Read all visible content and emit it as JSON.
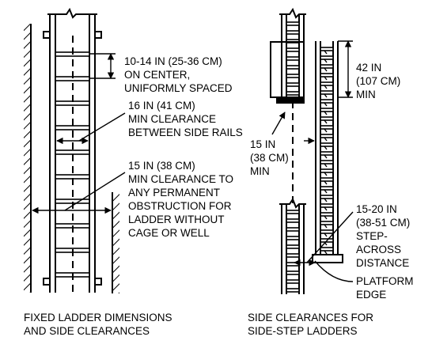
{
  "labels": {
    "rung_spacing": [
      "10-14 IN (25-36 CM)",
      "ON CENTER,",
      "UNIFORMLY SPACED"
    ],
    "rail_clearance": [
      "16 IN (41 CM)",
      "MIN CLEARANCE",
      "BETWEEN SIDE RAILS"
    ],
    "obstruction_clearance": [
      "15 IN (38 CM)",
      "MIN CLEARANCE TO",
      "ANY PERMANENT",
      "OBSTRUCTION FOR",
      "LADDER WITHOUT",
      "CAGE OR WELL"
    ],
    "platform_height": [
      "42 IN",
      "(107 CM)",
      "MIN"
    ],
    "side_clearance": [
      "15 IN",
      "(38 CM)",
      "MIN"
    ],
    "step_across": [
      "15-20 IN",
      "(38-51 CM)",
      "STEP-",
      "ACROSS",
      "DISTANCE"
    ],
    "platform_edge": [
      "PLATFORM",
      "EDGE"
    ]
  },
  "captions": {
    "left": [
      "FIXED LADDER DIMENSIONS",
      "AND SIDE CLEARANCES"
    ],
    "right": [
      "SIDE CLEARANCES FOR",
      "SIDE-STEP LADDERS"
    ]
  }
}
